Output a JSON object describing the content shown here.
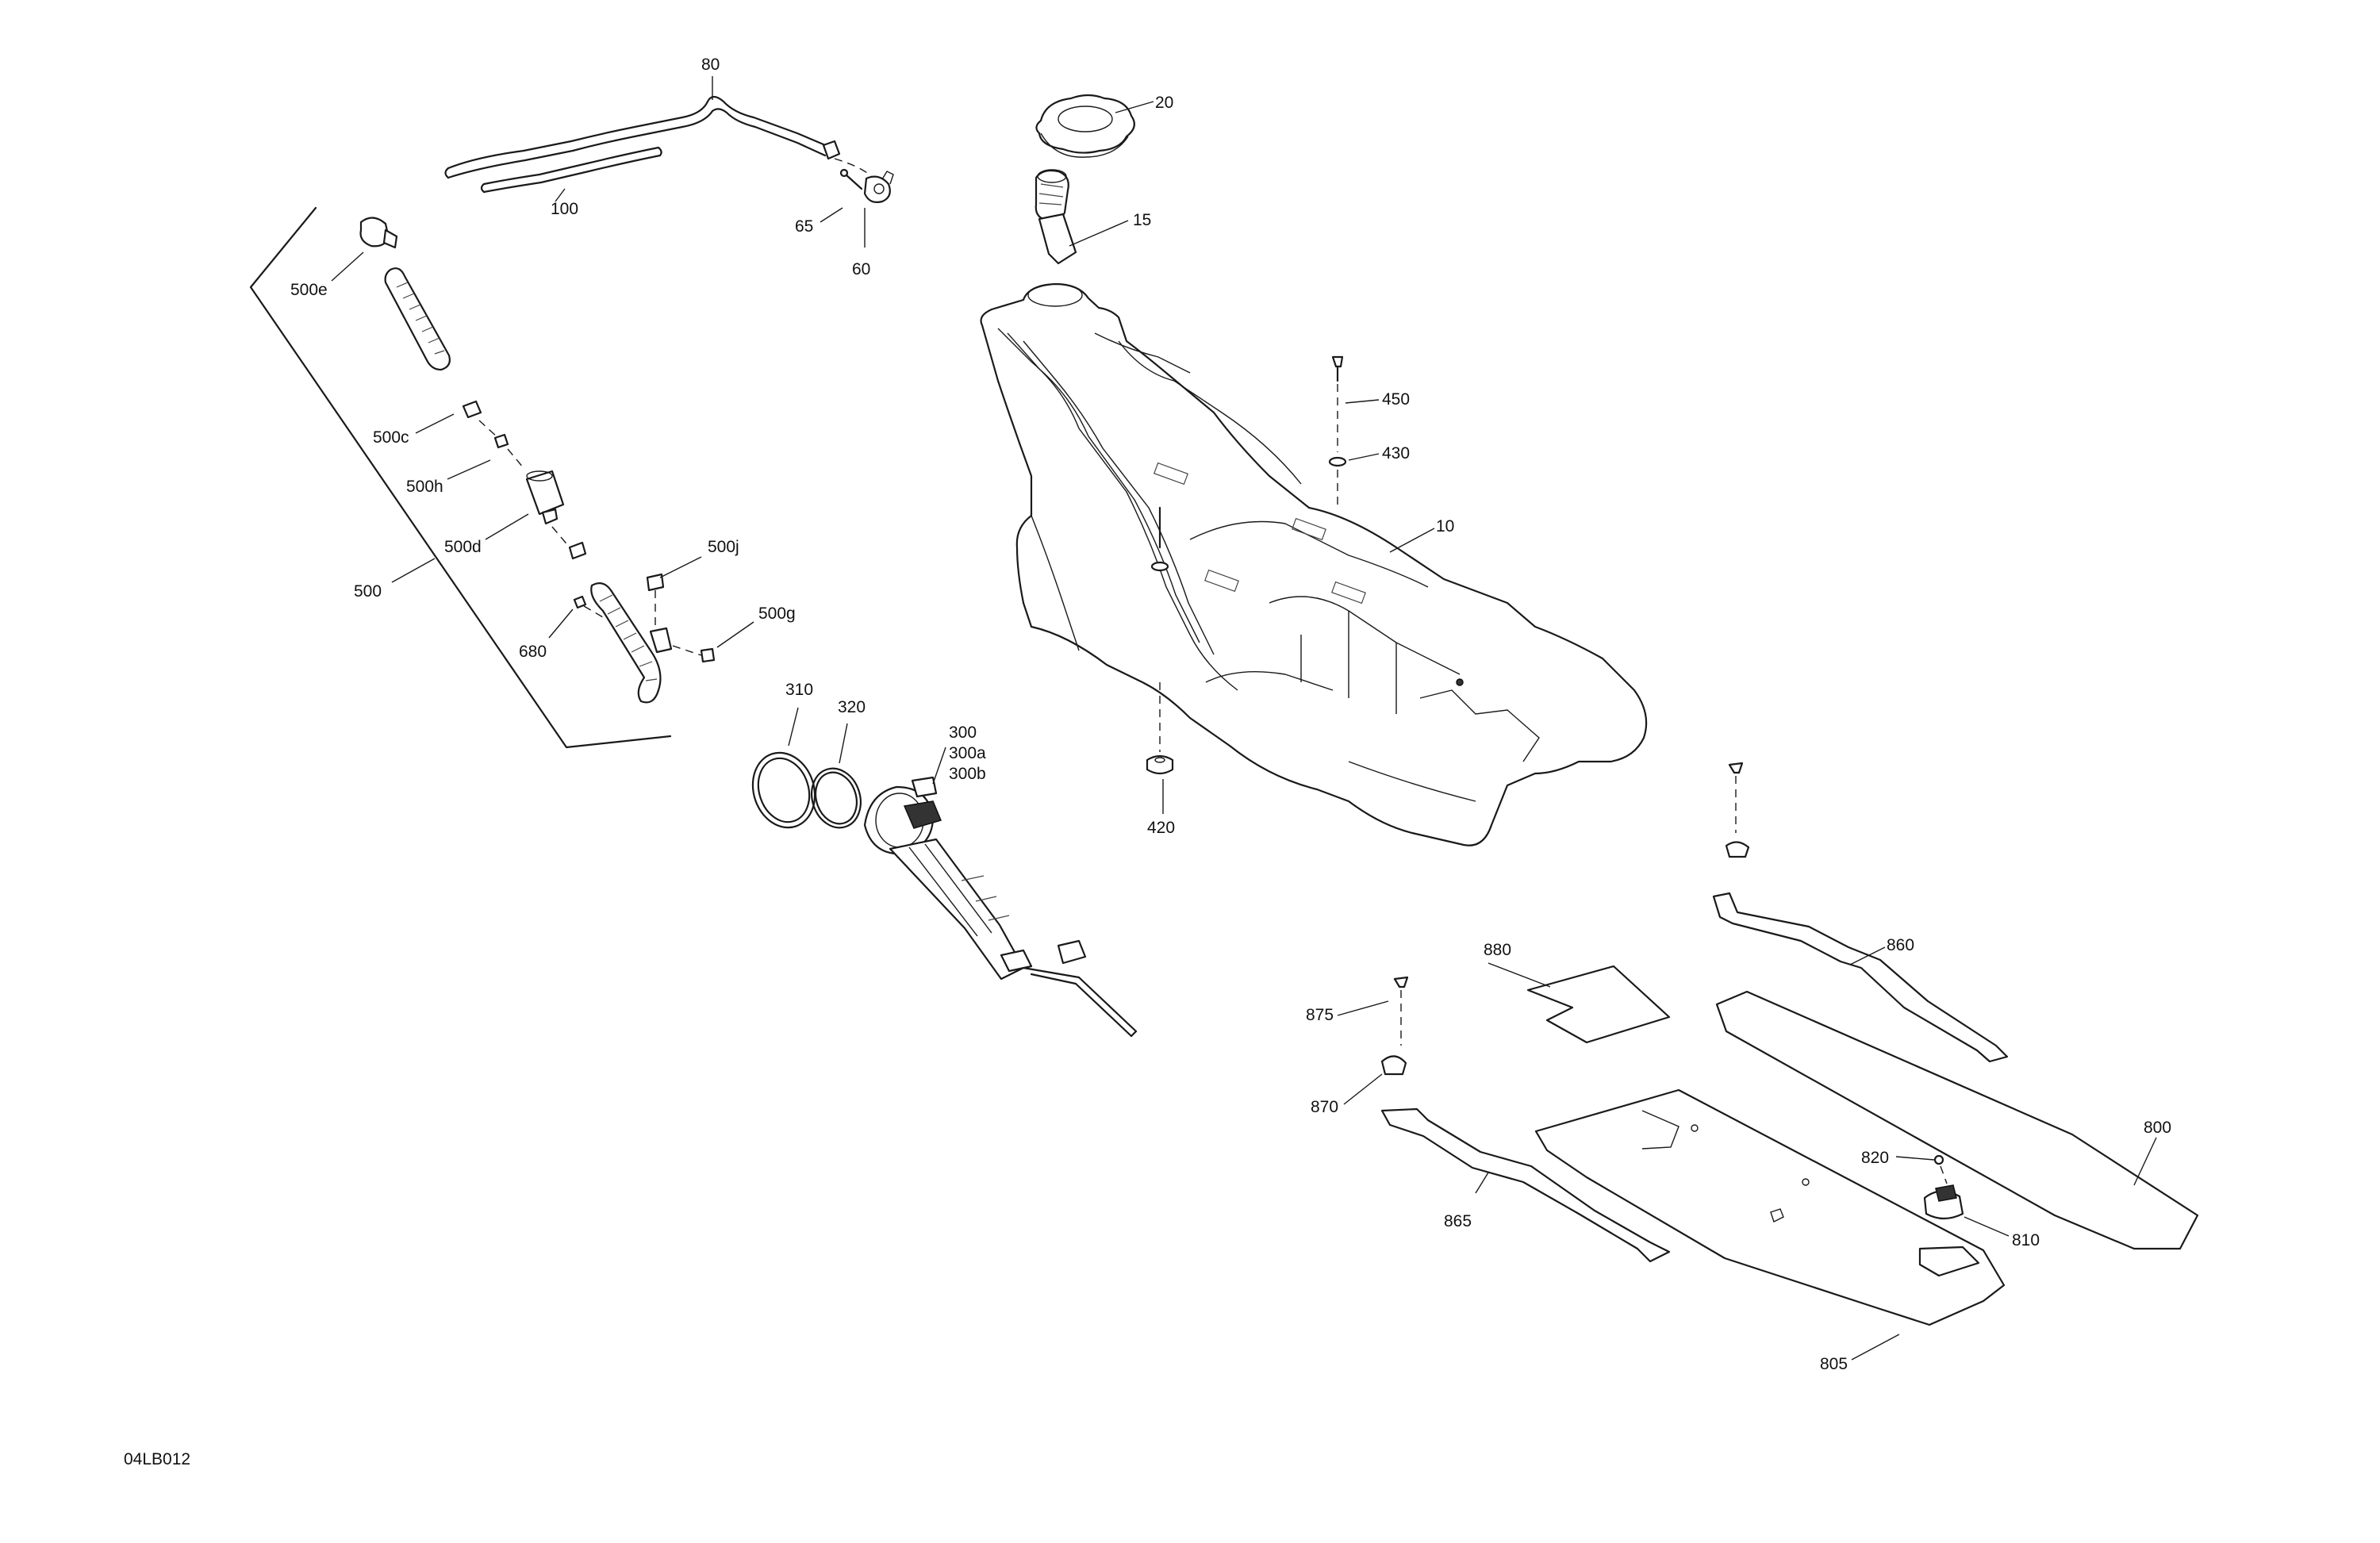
{
  "diagram_code": "04LB012",
  "callouts": {
    "c80": "80",
    "c100": "100",
    "c65": "65",
    "c60": "60",
    "c20": "20",
    "c15": "15",
    "c500e": "500e",
    "c500c": "500c",
    "c500h": "500h",
    "c500d": "500d",
    "c500j": "500j",
    "c500": "500",
    "c500g": "500g",
    "c680": "680",
    "c450": "450",
    "c430": "430",
    "c10": "10",
    "c420": "420",
    "c310": "310",
    "c320": "320",
    "c300": "300",
    "c300a": "300a",
    "c300b": "300b",
    "c880": "880",
    "c860": "860",
    "c875": "875",
    "c870": "870",
    "c800": "800",
    "c820": "820",
    "c810": "810",
    "c865": "865",
    "c805": "805"
  }
}
